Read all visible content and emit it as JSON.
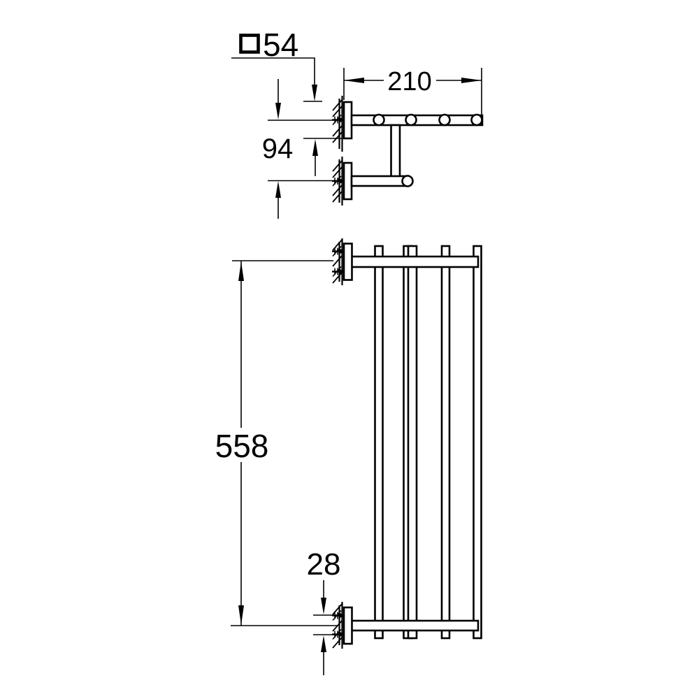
{
  "canvas": {
    "background": "#ffffff",
    "line_color": "#000000",
    "text_color": "#000000"
  },
  "drawing": {
    "type": "technical-dimension-drawing",
    "subject": "wall-mounted towel rack with four rails and lower swing bar, two orthographic views"
  },
  "dims": {
    "plate_square": "54",
    "depth": "210",
    "mount_offset": "94",
    "rail_length": "558",
    "screw_spacing": "28"
  }
}
